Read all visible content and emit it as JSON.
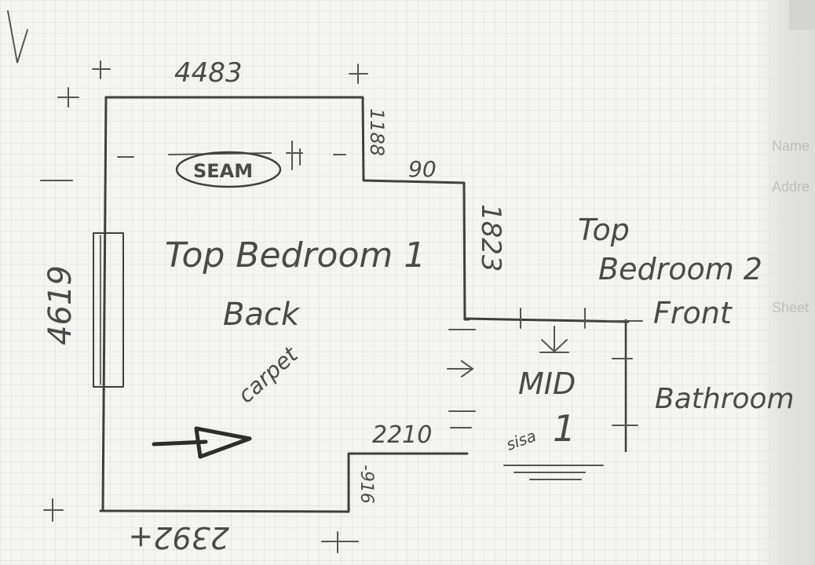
{
  "sheet": {
    "paper_color": "#f4f4f2",
    "pencil_color": "#3f3f3f",
    "bleed_labels": [
      "Name",
      "Addre",
      "Sheet"
    ]
  },
  "labels": {
    "top_width": "4483",
    "left_height": "4619",
    "bottom_width": "2392+",
    "right_upper": "1188",
    "step_small": "90",
    "right_mid": "1823",
    "step_lower": "2210",
    "corner_bottom": "-916",
    "seam": "SEAM",
    "room1_line1": "Top Bedroom 1",
    "room1_line2": "Back",
    "room1_note": "carpet",
    "room2_line1": "Top",
    "room2_line2": "Bedroom 2",
    "room2_line3": "Front",
    "mid_line1": "MID",
    "mid_line2": "1",
    "mid_note": "sisa",
    "bathroom": "Bathroom"
  }
}
